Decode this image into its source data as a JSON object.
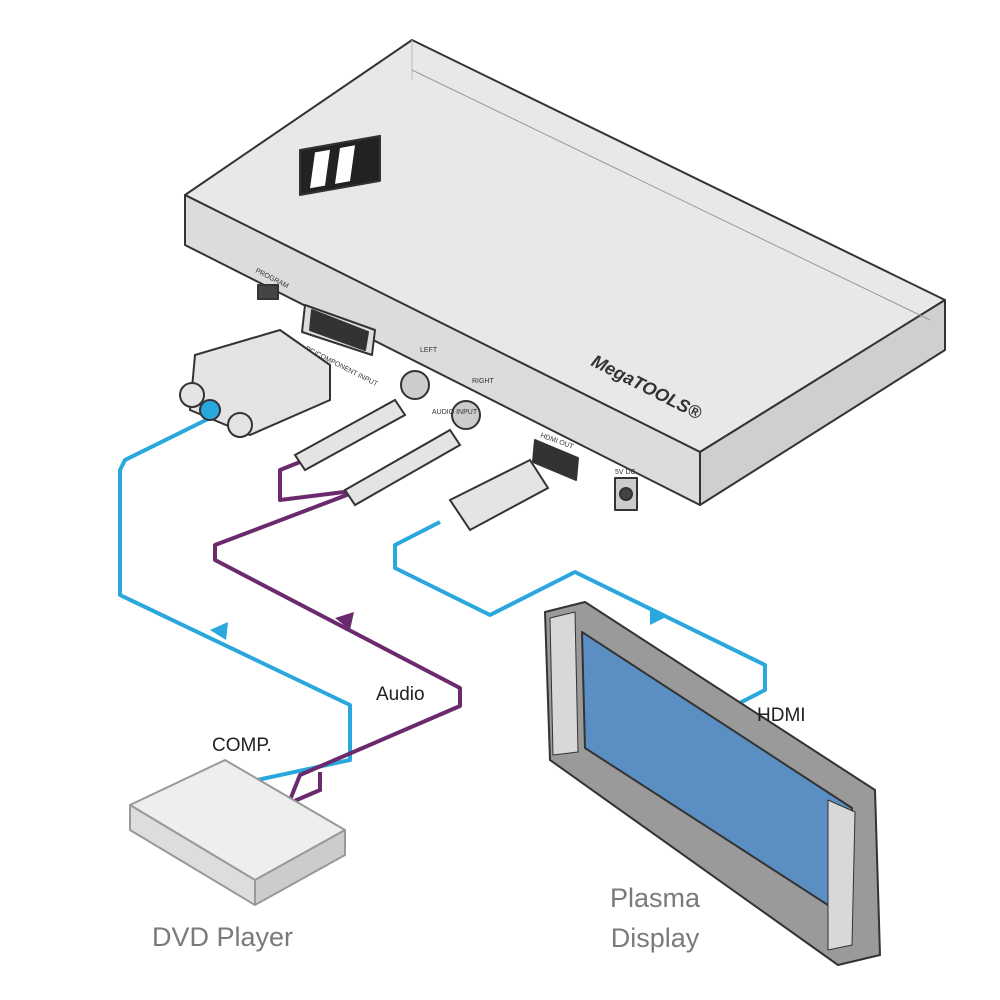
{
  "device": {
    "brand_logo": "Kramer",
    "model_label": "MegaTOOLS®",
    "ports": {
      "program": "PROGRAM",
      "pc_input": "PC/COMPONENT INPUT",
      "left": "LEFT",
      "right": "RIGHT",
      "audio_input": "AUDIO INPUT",
      "hdmi_out": "HDMI OUT",
      "power": "5V DC"
    }
  },
  "labels": {
    "comp": "COMP.",
    "audio": "Audio",
    "hdmi": "HDMI",
    "dvd_player": "DVD Player",
    "plasma_line1": "Plasma",
    "plasma_line2": "Display"
  },
  "colors": {
    "video_cable": "#2aa7dc",
    "audio_cable": "#6b2a6e",
    "device_body": "#e6e6e6",
    "outline": "#333333"
  }
}
